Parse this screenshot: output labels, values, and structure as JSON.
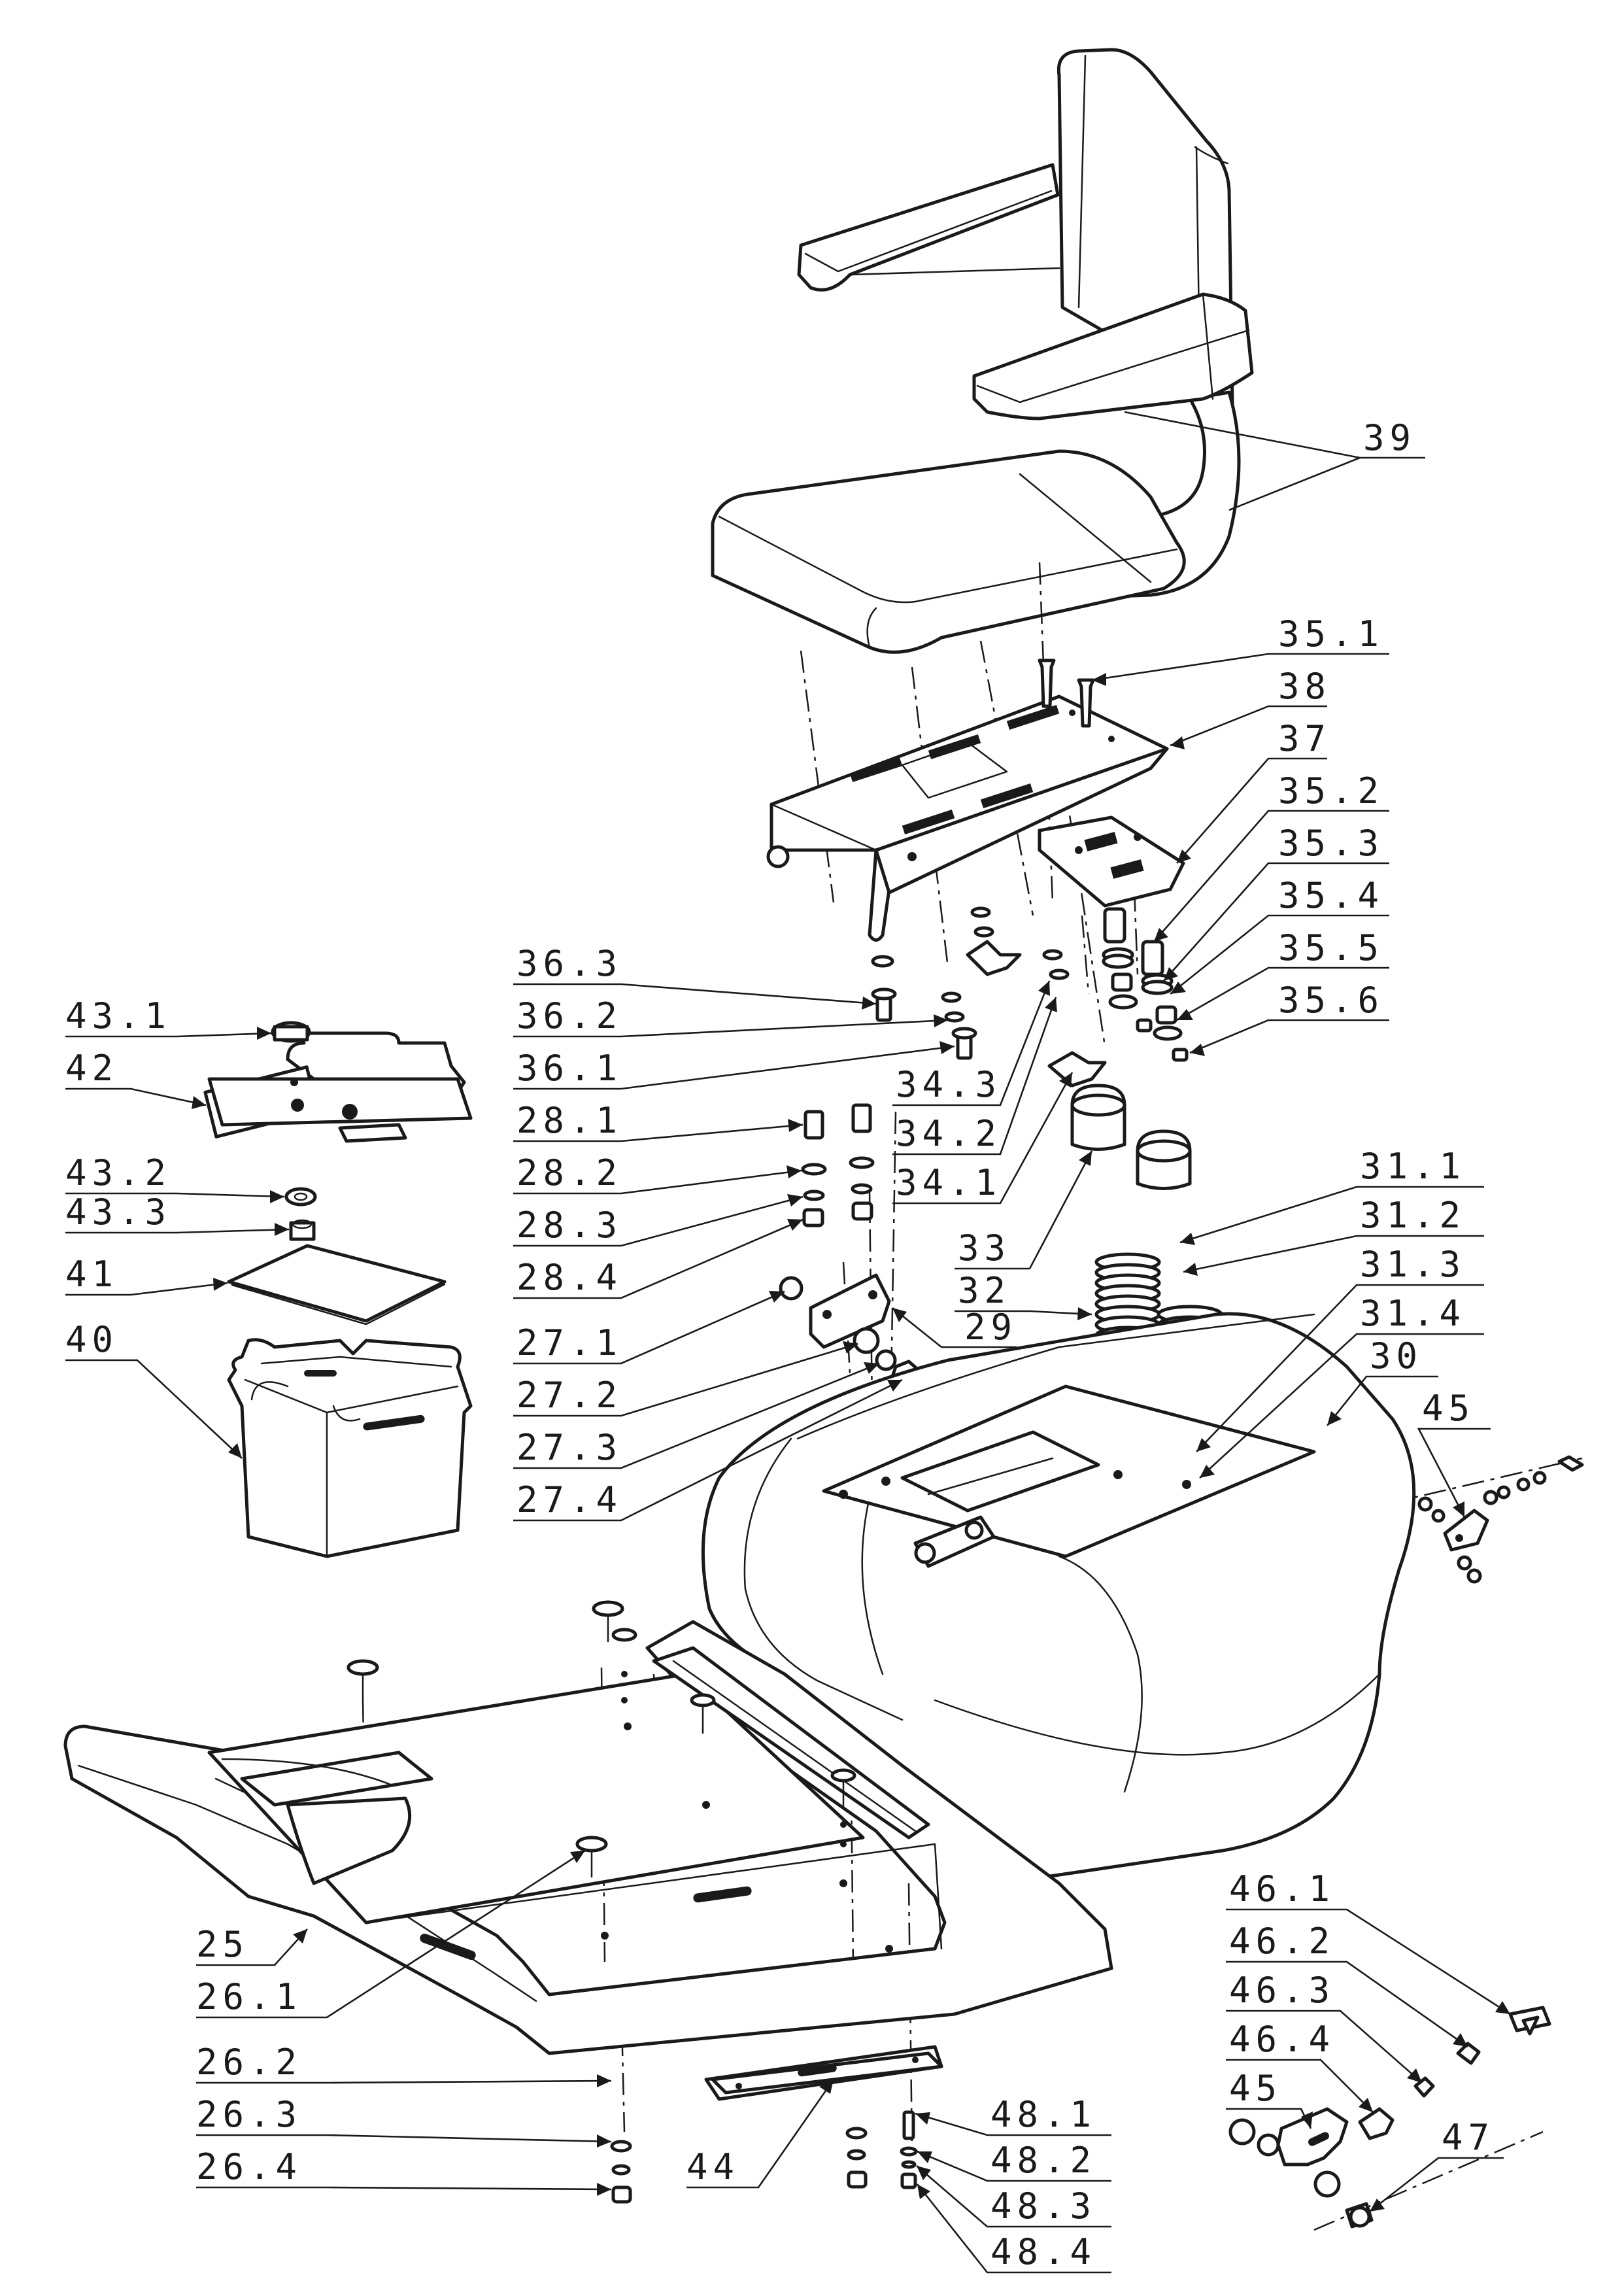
{
  "callouts": [
    {
      "id": "39",
      "text": "39"
    },
    {
      "id": "35-1",
      "text": "35.1"
    },
    {
      "id": "38",
      "text": "38"
    },
    {
      "id": "37",
      "text": "37"
    },
    {
      "id": "35-2",
      "text": "35.2"
    },
    {
      "id": "35-3",
      "text": "35.3"
    },
    {
      "id": "35-4",
      "text": "35.4"
    },
    {
      "id": "35-5",
      "text": "35.5"
    },
    {
      "id": "35-6",
      "text": "35.6"
    },
    {
      "id": "36-3",
      "text": "36.3"
    },
    {
      "id": "36-2",
      "text": "36.2"
    },
    {
      "id": "36-1",
      "text": "36.1"
    },
    {
      "id": "43-1",
      "text": "43.1"
    },
    {
      "id": "42",
      "text": "42"
    },
    {
      "id": "43-2",
      "text": "43.2"
    },
    {
      "id": "43-3",
      "text": "43.3"
    },
    {
      "id": "41",
      "text": "41"
    },
    {
      "id": "40",
      "text": "40"
    },
    {
      "id": "34-3",
      "text": "34.3"
    },
    {
      "id": "34-2",
      "text": "34.2"
    },
    {
      "id": "34-1",
      "text": "34.1"
    },
    {
      "id": "28-1",
      "text": "28.1"
    },
    {
      "id": "28-2",
      "text": "28.2"
    },
    {
      "id": "28-3",
      "text": "28.3"
    },
    {
      "id": "28-4",
      "text": "28.4"
    },
    {
      "id": "27-1",
      "text": "27.1"
    },
    {
      "id": "27-2",
      "text": "27.2"
    },
    {
      "id": "27-3",
      "text": "27.3"
    },
    {
      "id": "27-4",
      "text": "27.4"
    },
    {
      "id": "33",
      "text": "33"
    },
    {
      "id": "32",
      "text": "32"
    },
    {
      "id": "29",
      "text": "29"
    },
    {
      "id": "31-1",
      "text": "31.1"
    },
    {
      "id": "31-2",
      "text": "31.2"
    },
    {
      "id": "31-3",
      "text": "31.3"
    },
    {
      "id": "31-4",
      "text": "31.4"
    },
    {
      "id": "30",
      "text": "30"
    },
    {
      "id": "45-top",
      "text": "45"
    },
    {
      "id": "25",
      "text": "25"
    },
    {
      "id": "26-1",
      "text": "26.1"
    },
    {
      "id": "26-2",
      "text": "26.2"
    },
    {
      "id": "26-3",
      "text": "26.3"
    },
    {
      "id": "26-4",
      "text": "26.4"
    },
    {
      "id": "44",
      "text": "44"
    },
    {
      "id": "48-1",
      "text": "48.1"
    },
    {
      "id": "48-2",
      "text": "48.2"
    },
    {
      "id": "48-3",
      "text": "48.3"
    },
    {
      "id": "48-4",
      "text": "48.4"
    },
    {
      "id": "46-1",
      "text": "46.1"
    },
    {
      "id": "46-2",
      "text": "46.2"
    },
    {
      "id": "46-3",
      "text": "46.3"
    },
    {
      "id": "46-4",
      "text": "46.4"
    },
    {
      "id": "45-bottom",
      "text": "45"
    },
    {
      "id": "47",
      "text": "47"
    }
  ]
}
